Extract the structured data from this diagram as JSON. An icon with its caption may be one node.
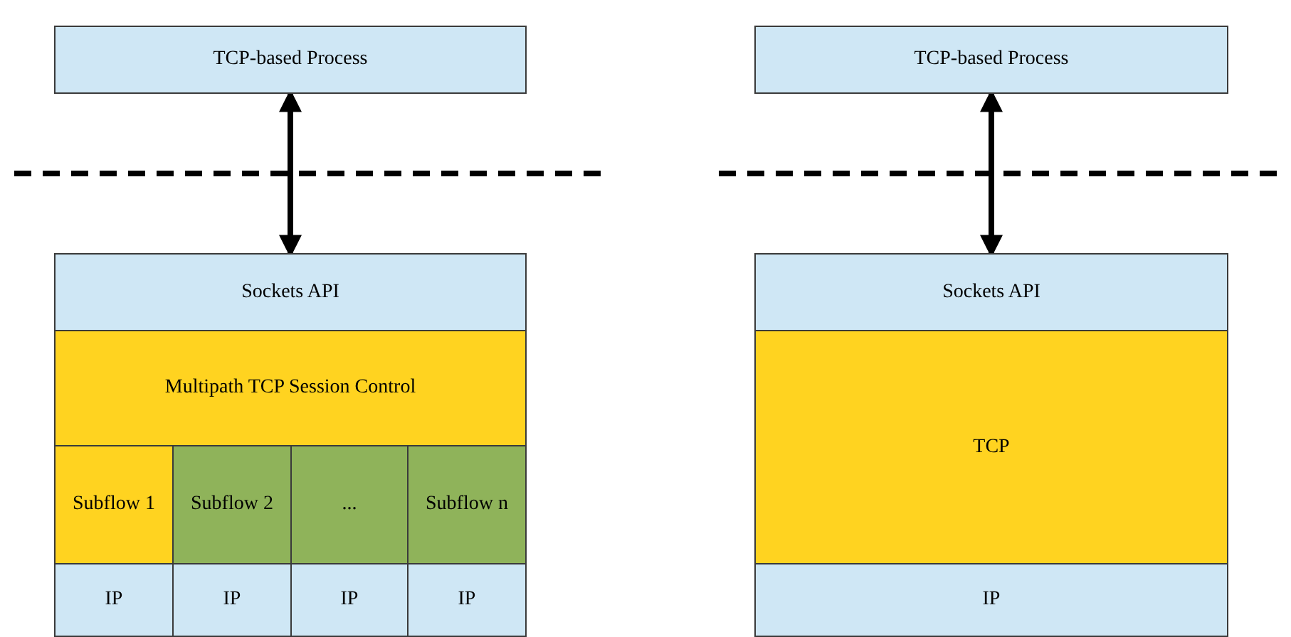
{
  "diagram": {
    "nodes": [
      {
        "text": [
          "TCP-based Process"
        ]
      },
      {
        "text": [
          "Sockets API"
        ]
      },
      {
        "text": [
          "Multipath TCP Session Control"
        ]
      },
      {
        "text": [
          "Subflow 1"
        ]
      },
      {
        "text": [
          "Subflow 2"
        ]
      },
      {
        "text": [
          "..."
        ]
      },
      {
        "text": [
          "Subflow n"
        ]
      },
      {
        "text": [
          "IP"
        ]
      },
      {
        "text": [
          "IP"
        ]
      },
      {
        "text": [
          "IP"
        ]
      },
      {
        "text": [
          "IP"
        ]
      },
      {
        "text": [
          "TCP-based Process"
        ]
      },
      {
        "text": [
          "Sockets API"
        ]
      },
      {
        "text": [
          "TCP"
        ]
      },
      {
        "text": [
          "IP"
        ]
      }
    ],
    "edges": [
      {
        "from": 0,
        "to": 1,
        "arrow": "both"
      },
      {
        "from": 11,
        "to": 12,
        "arrow": "both"
      }
    ]
  }
}
